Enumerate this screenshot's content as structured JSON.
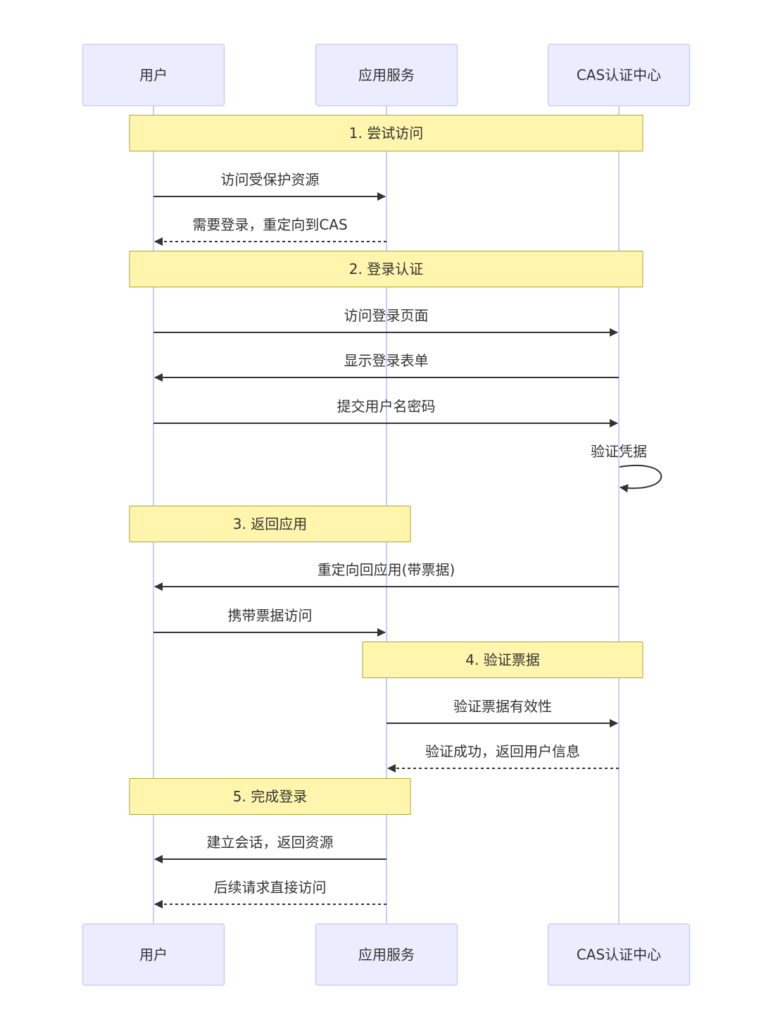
{
  "actors": [
    {
      "id": "user",
      "label": "用户"
    },
    {
      "id": "app",
      "label": "应用服务"
    },
    {
      "id": "cas",
      "label": "CAS认证中心"
    }
  ],
  "sequence": [
    {
      "kind": "note",
      "over": [
        "user",
        "cas"
      ],
      "text": "1. 尝试访问"
    },
    {
      "kind": "message",
      "from": "user",
      "to": "app",
      "text": "访问受保护资源",
      "style": "solid"
    },
    {
      "kind": "message",
      "from": "app",
      "to": "user",
      "text": "需要登录，重定向到CAS",
      "style": "dashed"
    },
    {
      "kind": "note",
      "over": [
        "user",
        "cas"
      ],
      "text": "2. 登录认证"
    },
    {
      "kind": "message",
      "from": "user",
      "to": "cas",
      "text": "访问登录页面",
      "style": "solid"
    },
    {
      "kind": "message",
      "from": "cas",
      "to": "user",
      "text": "显示登录表单",
      "style": "solid"
    },
    {
      "kind": "message",
      "from": "user",
      "to": "cas",
      "text": "提交用户名密码",
      "style": "solid"
    },
    {
      "kind": "self",
      "on": "cas",
      "text": "验证凭据"
    },
    {
      "kind": "note",
      "over": [
        "user",
        "app"
      ],
      "text": "3. 返回应用"
    },
    {
      "kind": "message",
      "from": "cas",
      "to": "user",
      "text": "重定向回应用(带票据)",
      "style": "solid"
    },
    {
      "kind": "message",
      "from": "user",
      "to": "app",
      "text": "携带票据访问",
      "style": "solid"
    },
    {
      "kind": "note",
      "over": [
        "app",
        "cas"
      ],
      "text": "4. 验证票据"
    },
    {
      "kind": "message",
      "from": "app",
      "to": "cas",
      "text": "验证票据有效性",
      "style": "solid"
    },
    {
      "kind": "message",
      "from": "cas",
      "to": "app",
      "text": "验证成功，返回用户信息",
      "style": "dashed"
    },
    {
      "kind": "note",
      "over": [
        "user",
        "app"
      ],
      "text": "5. 完成登录"
    },
    {
      "kind": "message",
      "from": "app",
      "to": "user",
      "text": "建立会话，返回资源",
      "style": "solid"
    },
    {
      "kind": "message",
      "from": "app",
      "to": "user",
      "text": "后续请求直接访问",
      "style": "dashed"
    }
  ]
}
